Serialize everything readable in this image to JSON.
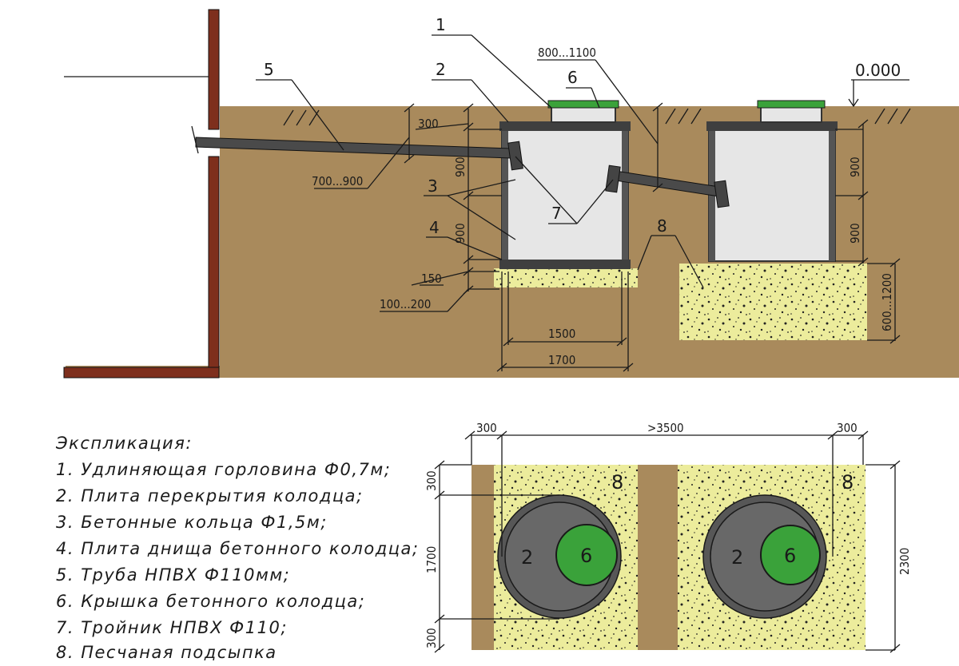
{
  "section": {
    "level_mark": "0.000",
    "callouts": [
      "1",
      "2",
      "3",
      "4",
      "5",
      "6",
      "7",
      "8"
    ],
    "dims": {
      "d300": "300",
      "d900a": "900",
      "d900b": "900",
      "d900c": "900",
      "d900d": "900",
      "d150": "150",
      "d100_200": "100...200",
      "d700_900": "700...900",
      "d800_1100": "800...1100",
      "d1500": "1500",
      "d1700": "1700",
      "d600_1200": "600...1200"
    }
  },
  "plan": {
    "dims": {
      "left300": "300",
      "span": ">3500",
      "right300": "300",
      "top300": "300",
      "mid1700": "1700",
      "bot300": "300",
      "total2300": "2300"
    },
    "labels": {
      "slab_left": "2",
      "lid_left": "6",
      "slab_right": "2",
      "lid_right": "6",
      "sand_left": "8",
      "sand_right": "8"
    }
  },
  "legend": {
    "title": "Экспликация:",
    "items": [
      "1. Удлиняющая горловина Ф0,7м;",
      "2. Плита перекрытия колодца;",
      "3. Бетонные кольца Ф1,5м;",
      "4. Плита днища бетонного колодца;",
      "5. Труба НПВХ Ф110мм;",
      "6. Крышка бетонного колодца;",
      "7. Тройник НПВХ Ф110;",
      "8. Песчаная подсыпка"
    ]
  },
  "colors": {
    "soil": "#a98a5c",
    "house_wall": "#7e2f1d",
    "concrete_ring": "#e6e6e6",
    "slab": "#3f3f3f",
    "sand": "#ecec9c",
    "lid": "#3aa23a",
    "pipe": "#4a4a4a"
  }
}
